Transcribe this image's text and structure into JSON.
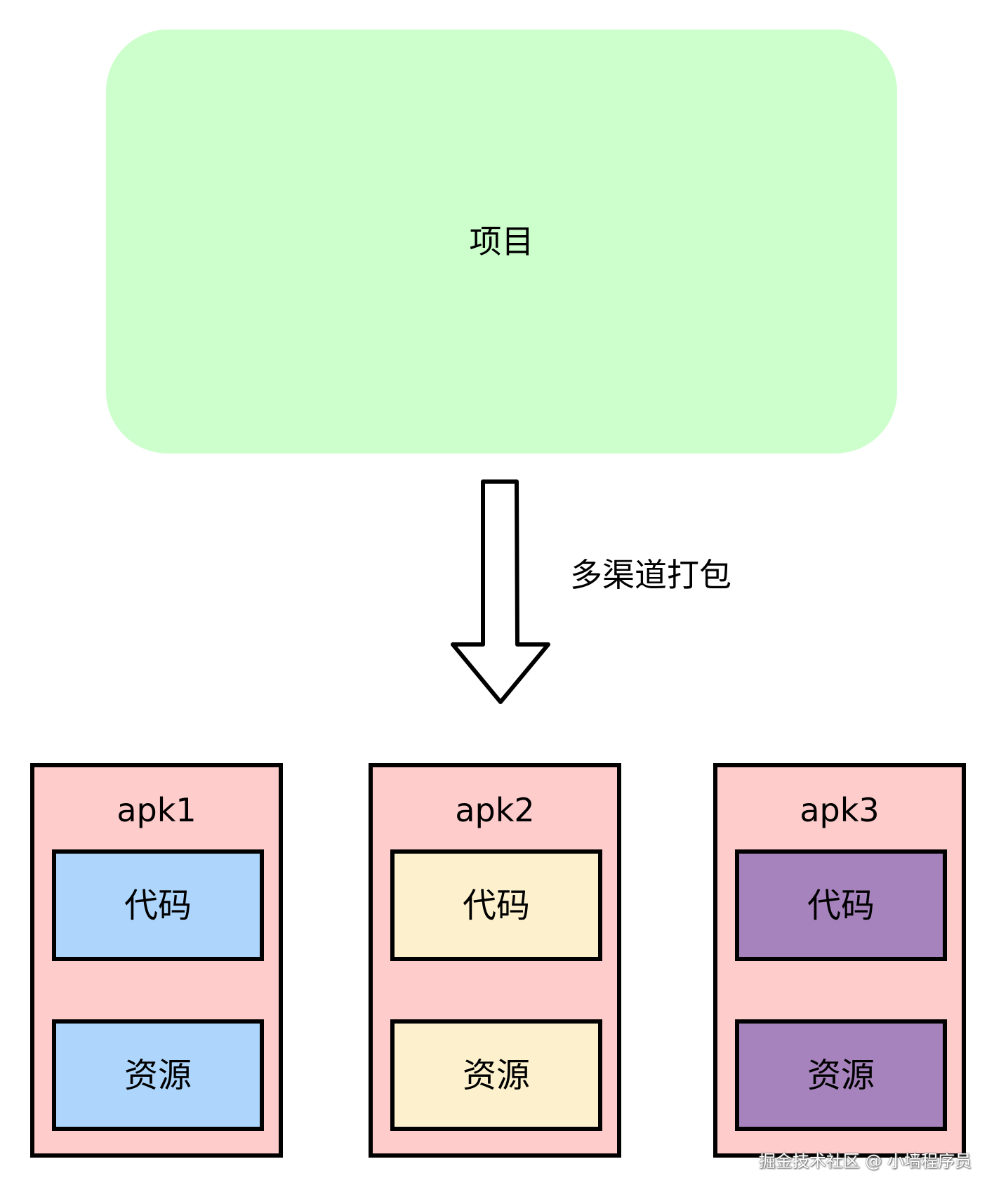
{
  "project": {
    "label": "项目",
    "color": "#ccffcc"
  },
  "arrow": {
    "label": "多渠道打包"
  },
  "apks": [
    {
      "title": "apk1",
      "code_label": "代码",
      "resource_label": "资源",
      "color": "#ffcccc",
      "fill": "#aed6fd"
    },
    {
      "title": "apk2",
      "code_label": "代码",
      "resource_label": "资源",
      "color": "#ffcccc",
      "fill": "#fdf1cd"
    },
    {
      "title": "apk3",
      "code_label": "代码",
      "resource_label": "资源",
      "color": "#ffcccc",
      "fill": "#a683bc"
    }
  ],
  "watermark": "掘金技术社区 @ 小墙程序员"
}
